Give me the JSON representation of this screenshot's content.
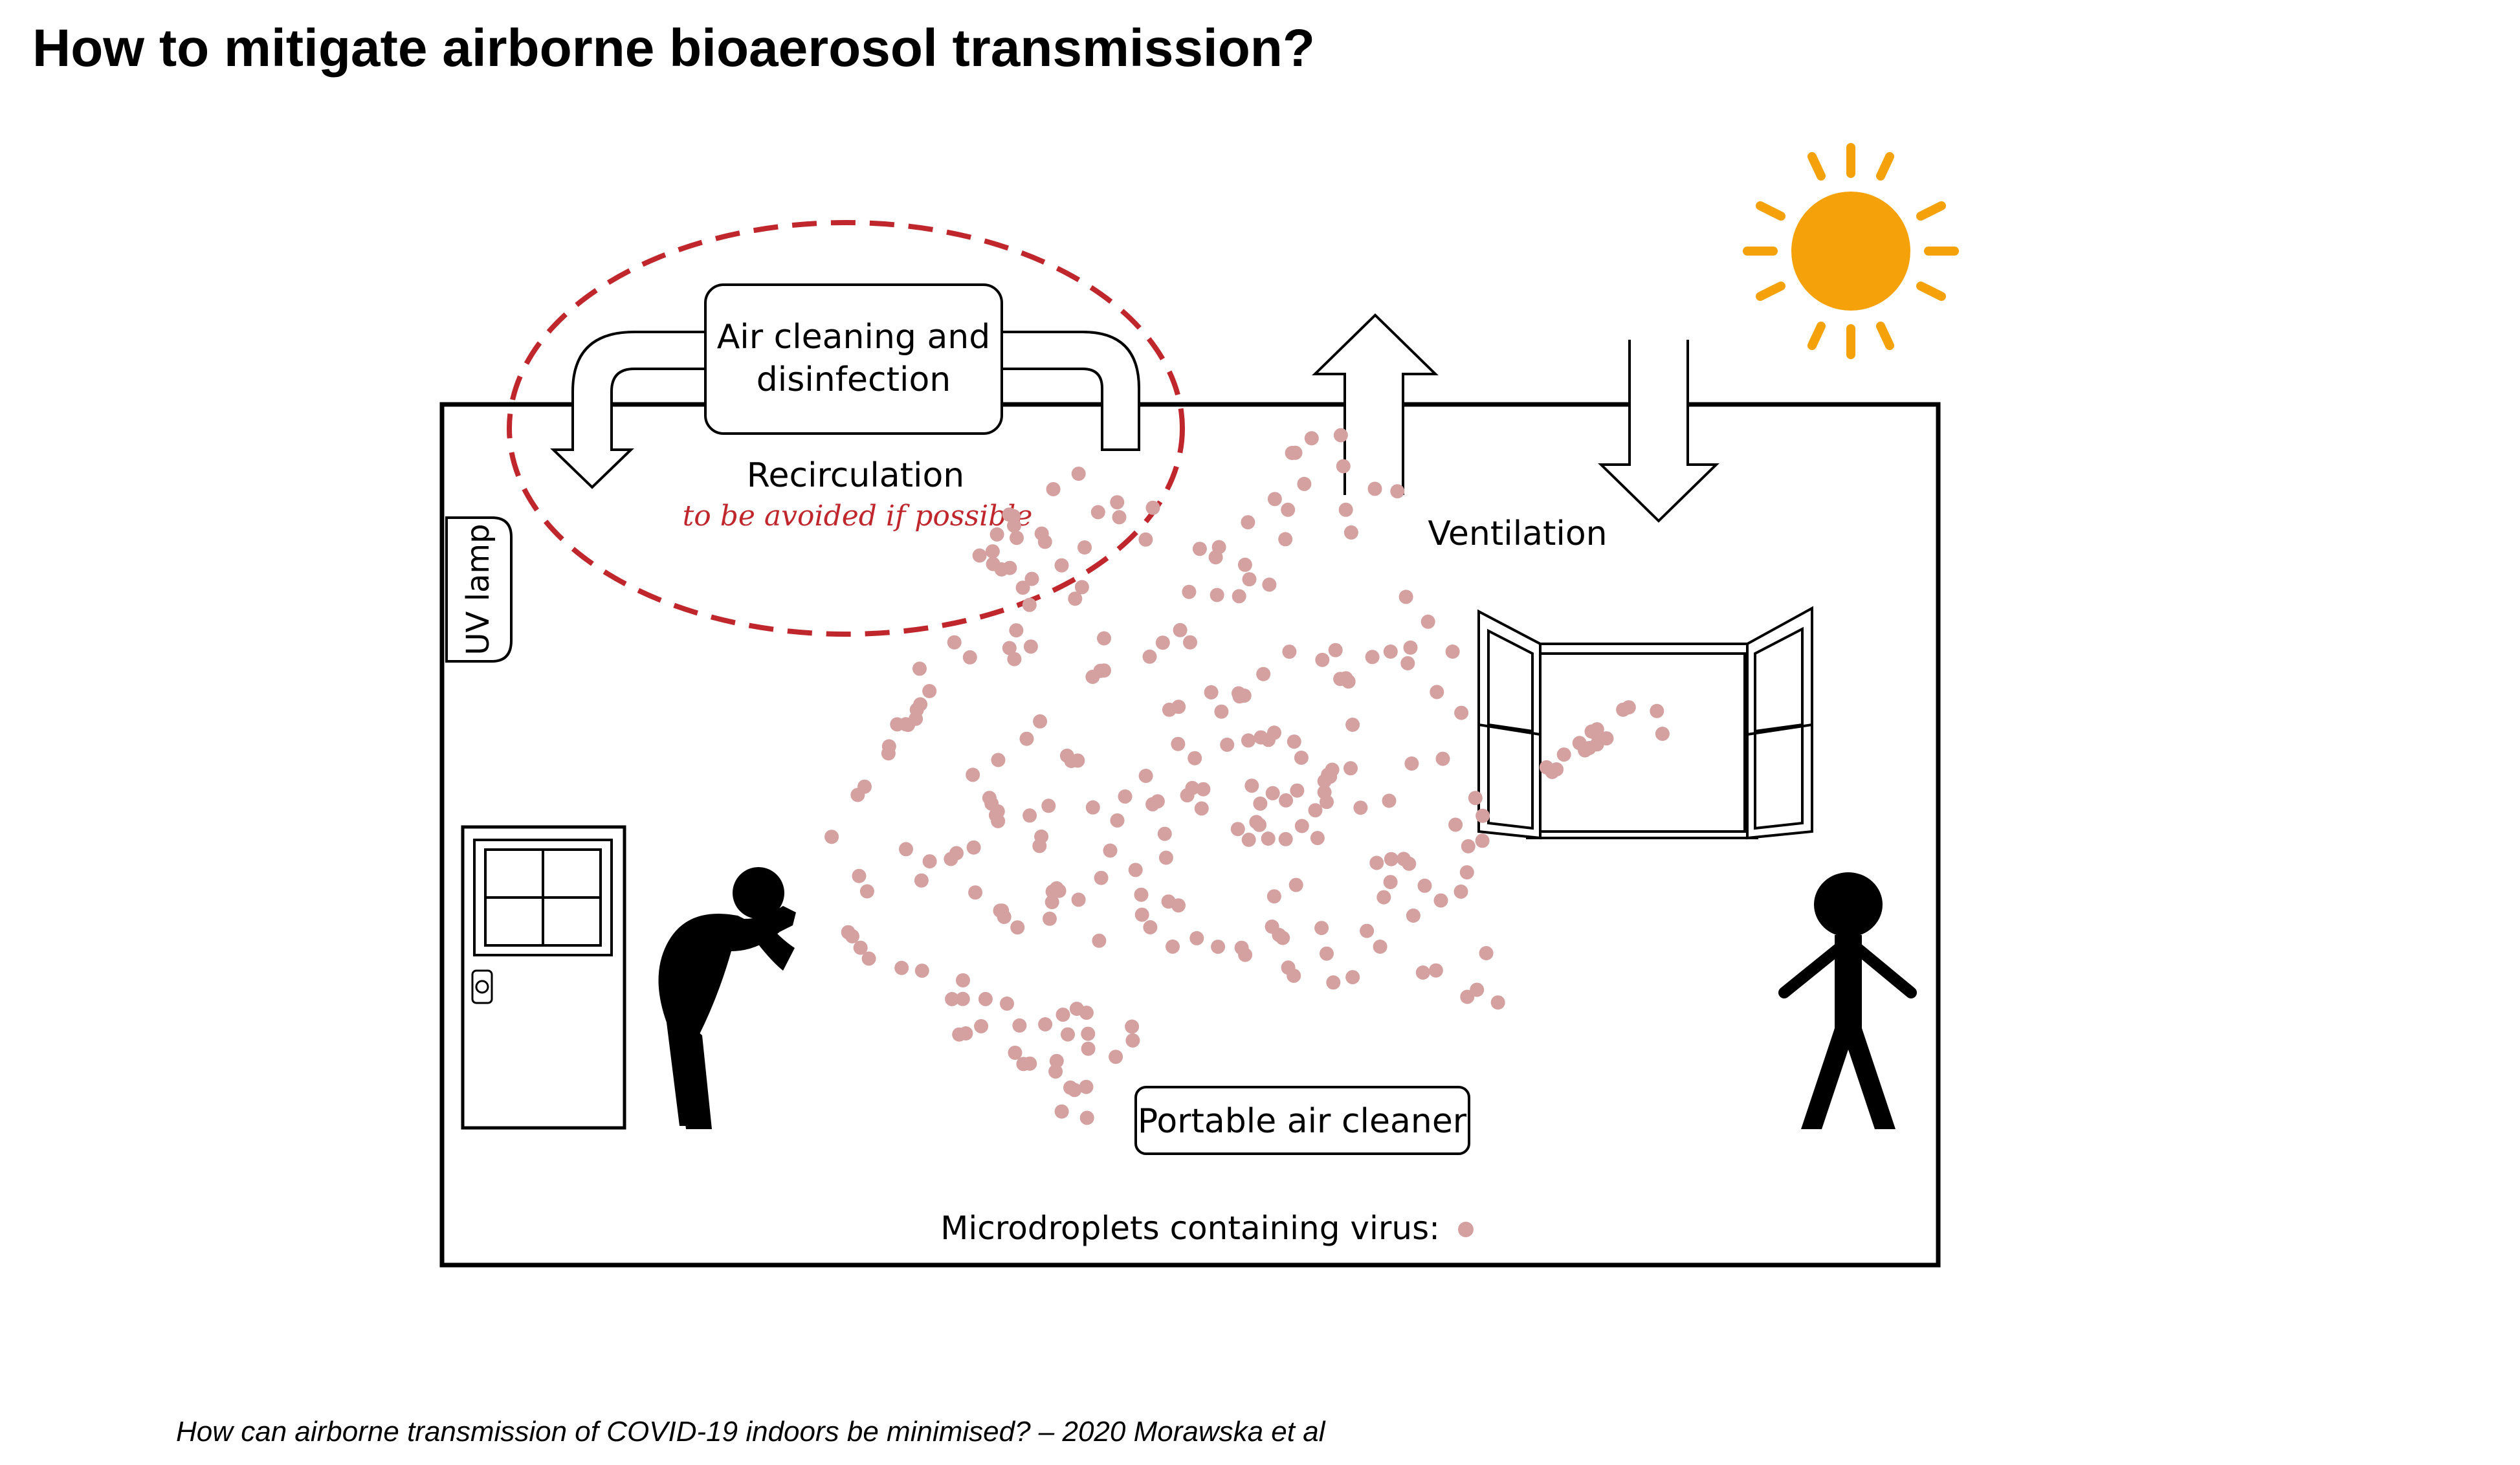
{
  "title": "How to mitigate airborne bioaerosol transmission?",
  "caption": "How can airborne transmission of COVID-19 indoors be minimised? – 2020 Morawska et al",
  "diagram": {
    "air_cleaning_line1": "Air cleaning and",
    "air_cleaning_line2": "disinfection",
    "recirculation": "Recirculation",
    "recirculation_note": "to be avoided if  possible",
    "uv_lamp": "UV lamp",
    "ventilation": "Ventilation",
    "portable_air_cleaner": "Portable air cleaner",
    "legend": "Microdroplets containing virus:"
  },
  "colors": {
    "droplet": "#d4a0a0",
    "recirculation_dash": "#c0272d",
    "sun": "#f5a20a",
    "outline": "#000000"
  },
  "icons": [
    "sun-icon",
    "coughing-person-icon",
    "standing-person-icon",
    "door-icon",
    "window-icon"
  ]
}
